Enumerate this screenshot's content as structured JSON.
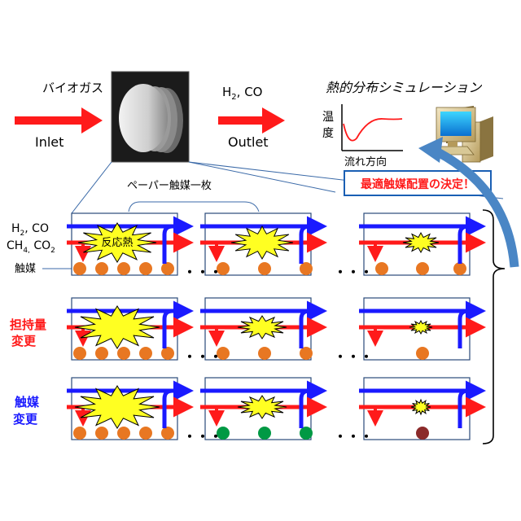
{
  "top": {
    "input_gas": "バイオガス",
    "inlet": "Inlet",
    "output_gas_main": "H",
    "output_gas_sub": "2",
    "output_gas_rest": ", CO",
    "outlet": "Outlet",
    "simulation_title": "熱的分布シミュレーション",
    "graph_ylabel_1": "温",
    "graph_ylabel_2": "度",
    "graph_xlabel": "流れ方向",
    "decision_label": "最適触媒配置の決定！",
    "paper_label": "ペーパー触媒一枚"
  },
  "left_labels": {
    "gas1_main": "H",
    "gas1_sub": "2",
    "gas1_rest": ", CO",
    "gas2_a": "CH",
    "gas2_a_sub": "4,",
    "gas2_b": " CO",
    "gas2_b_sub": "2",
    "catalyst": "触媒",
    "row2_line1": "担持量",
    "row2_line2": "変更",
    "row3_line1": "触媒",
    "row3_line2": "変更"
  },
  "reaction_heat": "反応熱",
  "ellipsis": "・・・",
  "colors": {
    "red_arrow": "#ff1a1a",
    "blue_arrow": "#1a1aff",
    "orange_catalyst": "#e87722",
    "green_catalyst": "#009944",
    "brown_catalyst": "#8b2a2a",
    "burst_fill": "#ffff22",
    "decision_border": "#1a5fb4",
    "decision_text": "#ff1a1a",
    "curved_arrow": "#4a86c5",
    "row2_label": "#ff1a1a",
    "row3_label": "#1a1aff"
  }
}
